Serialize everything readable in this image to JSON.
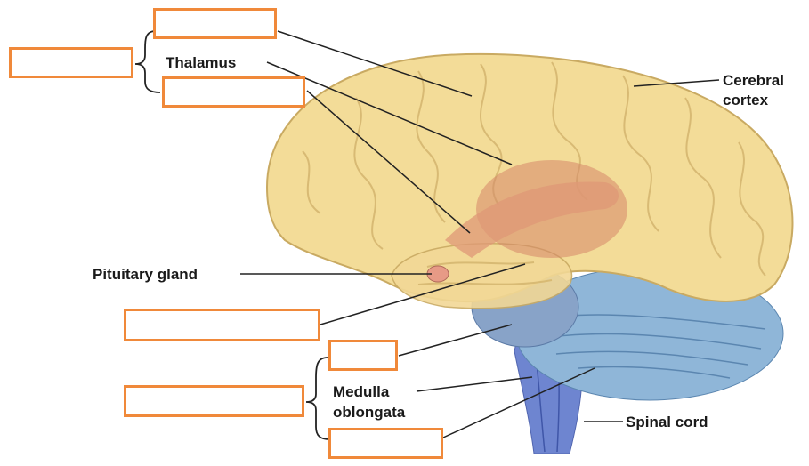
{
  "labels": {
    "thalamus": "Thalamus",
    "cerebral_cortex_line1": "Cerebral",
    "cerebral_cortex_line2": "cortex",
    "pituitary_gland": "Pituitary gland",
    "medulla_line1": "Medulla",
    "medulla_line2": "oblongata",
    "spinal_cord": "Spinal cord"
  },
  "blank_answer_boxes": [
    "",
    "",
    "",
    "",
    "",
    "",
    ""
  ],
  "colors": {
    "answer_box_border": "#f0893a",
    "cerebrum": "#f3dc98",
    "thalamic_region": "#d98a6e",
    "brainstem": "#6b83d2",
    "cerebellum": "#8ab4d6",
    "leader_line": "#222222"
  }
}
